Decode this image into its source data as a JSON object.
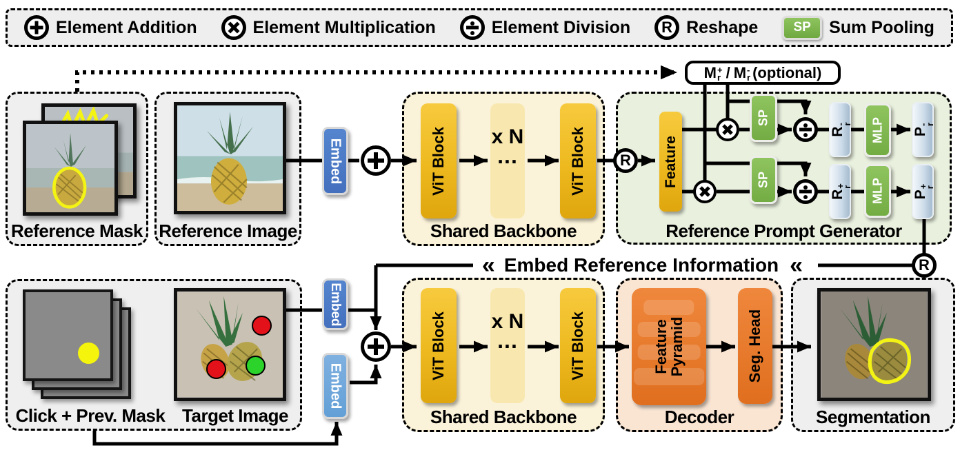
{
  "legend": {
    "items": [
      {
        "icon": "plus-circle-icon",
        "label": "Element Addition"
      },
      {
        "icon": "times-circle-icon",
        "label": "Element Multiplication"
      },
      {
        "icon": "divide-circle-icon",
        "label": "Element Division"
      },
      {
        "icon": "reshape-circle-icon",
        "symbol": "R",
        "label": "Reshape"
      },
      {
        "icon": "sum-pooling-badge",
        "symbol": "SP",
        "label": "Sum Pooling"
      }
    ]
  },
  "panels": {
    "reference_mask": {
      "label": "Reference Mask"
    },
    "reference_image": {
      "label": "Reference Image"
    },
    "click_prev_mask": {
      "label": "Click + Prev. Mask"
    },
    "target_image": {
      "label": "Target Image"
    },
    "segmentation": {
      "label": "Segmentation"
    }
  },
  "backbone_top": {
    "vit_block_1": "ViT Block",
    "repeat": "x N",
    "ellipsis": "...",
    "vit_block_2": "ViT Block",
    "label": "Shared Backbone"
  },
  "backbone_bottom": {
    "vit_block_1": "ViT Block",
    "repeat": "x N",
    "ellipsis": "...",
    "vit_block_2": "ViT Block",
    "label": "Shared Backbone"
  },
  "embeds": {
    "reference": "Embed",
    "target": "Embed",
    "click": "Embed"
  },
  "rpg": {
    "label": "Reference Prompt Generator",
    "feature": "Feature",
    "sp_top": "SP",
    "sp_bottom": "SP",
    "mlp_top": "MLP",
    "mlp_bottom": "MLP",
    "mask_box": {
      "m1": "M",
      "m1_sup": "+",
      "m1_sub": "r",
      "slash": "/",
      "m2": "M",
      "m2_sup": "-",
      "m2_sub": "r",
      "suffix": "(optional)"
    },
    "r_minus": {
      "base": "R",
      "sup": "-",
      "sub": "r"
    },
    "r_plus": {
      "base": "R",
      "sup": "+",
      "sub": "r"
    },
    "p_minus": {
      "base": "P",
      "sup": "-",
      "sub": "r"
    },
    "p_plus": {
      "base": "P",
      "sup": "+",
      "sub": "r"
    }
  },
  "reshape_top": "R",
  "reshape_banner": "R",
  "banner": {
    "left_chevron": "«",
    "text": "Embed Reference Information",
    "right_chevron": "«"
  },
  "decoder": {
    "label": "Decoder",
    "feature_pyramid": "Feature Pyramid",
    "seg_head": "Seg. Head"
  },
  "colors": {
    "vit_gold": "#EDB91F",
    "sp_green": "#74AC44",
    "embed_blue": "#4470BE",
    "embed_light_blue": "#63A0D6",
    "decoder_orange": "#E8792F",
    "rpg_bg": "#E9F0DE",
    "backbone_bg": "#FBF3D9",
    "decoder_bg": "#FAE5D3",
    "panel_bg": "#EFEFEF",
    "click_yellow": "#F4F40C",
    "click_red": "#E3121A",
    "click_green": "#2BD32B",
    "mask_outline_yellow": "#F4F414"
  }
}
